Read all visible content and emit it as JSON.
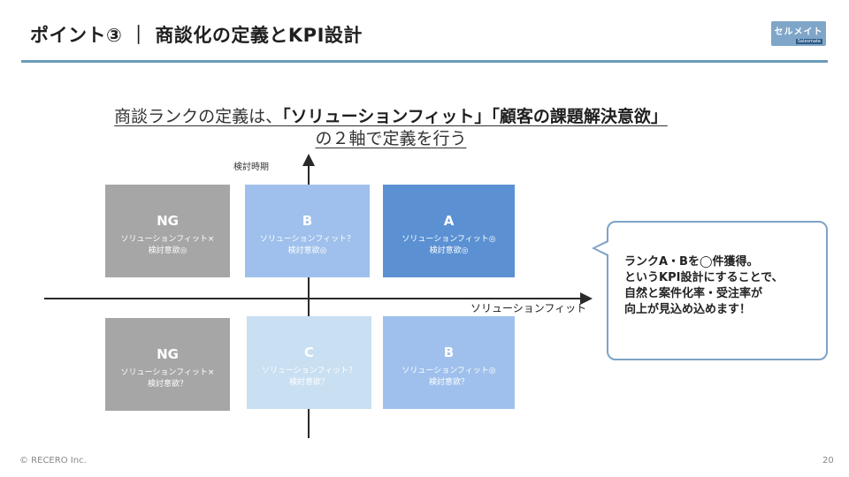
{
  "header": {
    "title": "ポイント③ ｜ 商談化の定義とKPI設計",
    "logo_text": "セルメイト",
    "logo_sub": "Salesmate"
  },
  "subtitle": {
    "line1_pre": "商談ランクの定義は、",
    "line1_bold": "「ソリューションフィット」「顧客の課題解決意欲」",
    "line2": "の２軸で定義を行う"
  },
  "axes": {
    "vertical_label": "検討時期",
    "horizontal_label": "ソリューションフィット"
  },
  "quadrants": [
    {
      "rank": "NG",
      "line1": "ソリューションフィット×",
      "line2": "検討意欲◎",
      "color": "#a6a6a6"
    },
    {
      "rank": "B",
      "line1": "ソリューションフィット？",
      "line2": "検討意欲◎",
      "color": "#9fc0ec"
    },
    {
      "rank": "A",
      "line1": "ソリューションフィット◎",
      "line2": "検討意欲◎",
      "color": "#5b91d3"
    },
    {
      "rank": "NG",
      "line1": "ソリューションフィット×",
      "line2": "検討意欲？",
      "color": "#a6a6a6"
    },
    {
      "rank": "C",
      "line1": "ソリューションフィット？",
      "line2": "検討意欲？",
      "color": "#c9dff2"
    },
    {
      "rank": "B",
      "line1": "ソリューションフィット◎",
      "line2": "検討意欲？",
      "color": "#9fc0ec"
    }
  ],
  "callout": {
    "line1": "ランクA・Bを◯件獲得。",
    "line2": "というKPI設計にすることで、",
    "line3": "自然と案件化率・受注率が",
    "line4": "向上が見込め込めます！"
  },
  "footer": {
    "copyright": "© RECERO Inc.",
    "page_number": "20"
  }
}
